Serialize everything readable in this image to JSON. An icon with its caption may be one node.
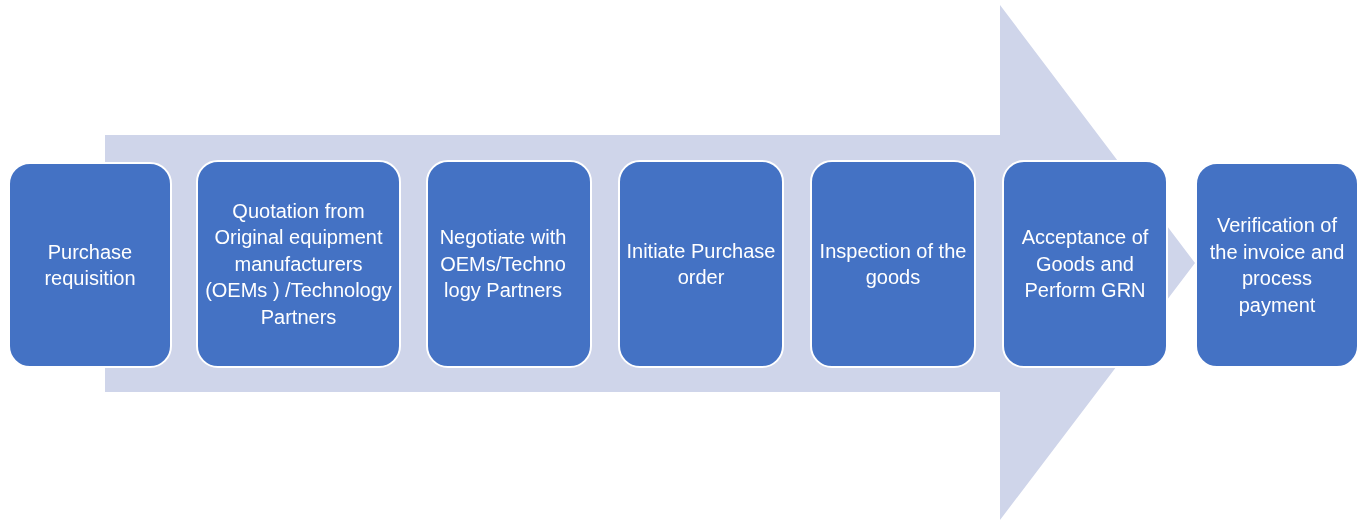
{
  "diagram": {
    "nodes": [
      {
        "text": [
          "Purchase requisition"
        ]
      },
      {
        "text": [
          "Quotation from Original equipment manufacturers (OEMs ) /Technology Partners"
        ]
      },
      {
        "text": [
          "Negotiate with OEMs/Technology Partners"
        ]
      },
      {
        "text": [
          "Initiate Purchase order"
        ]
      },
      {
        "text": [
          "Inspection of the goods"
        ]
      },
      {
        "text": [
          "Acceptance of Goods and Perform GRN"
        ]
      },
      {
        "text": [
          "Verification of the invoice and process payment"
        ]
      }
    ]
  }
}
